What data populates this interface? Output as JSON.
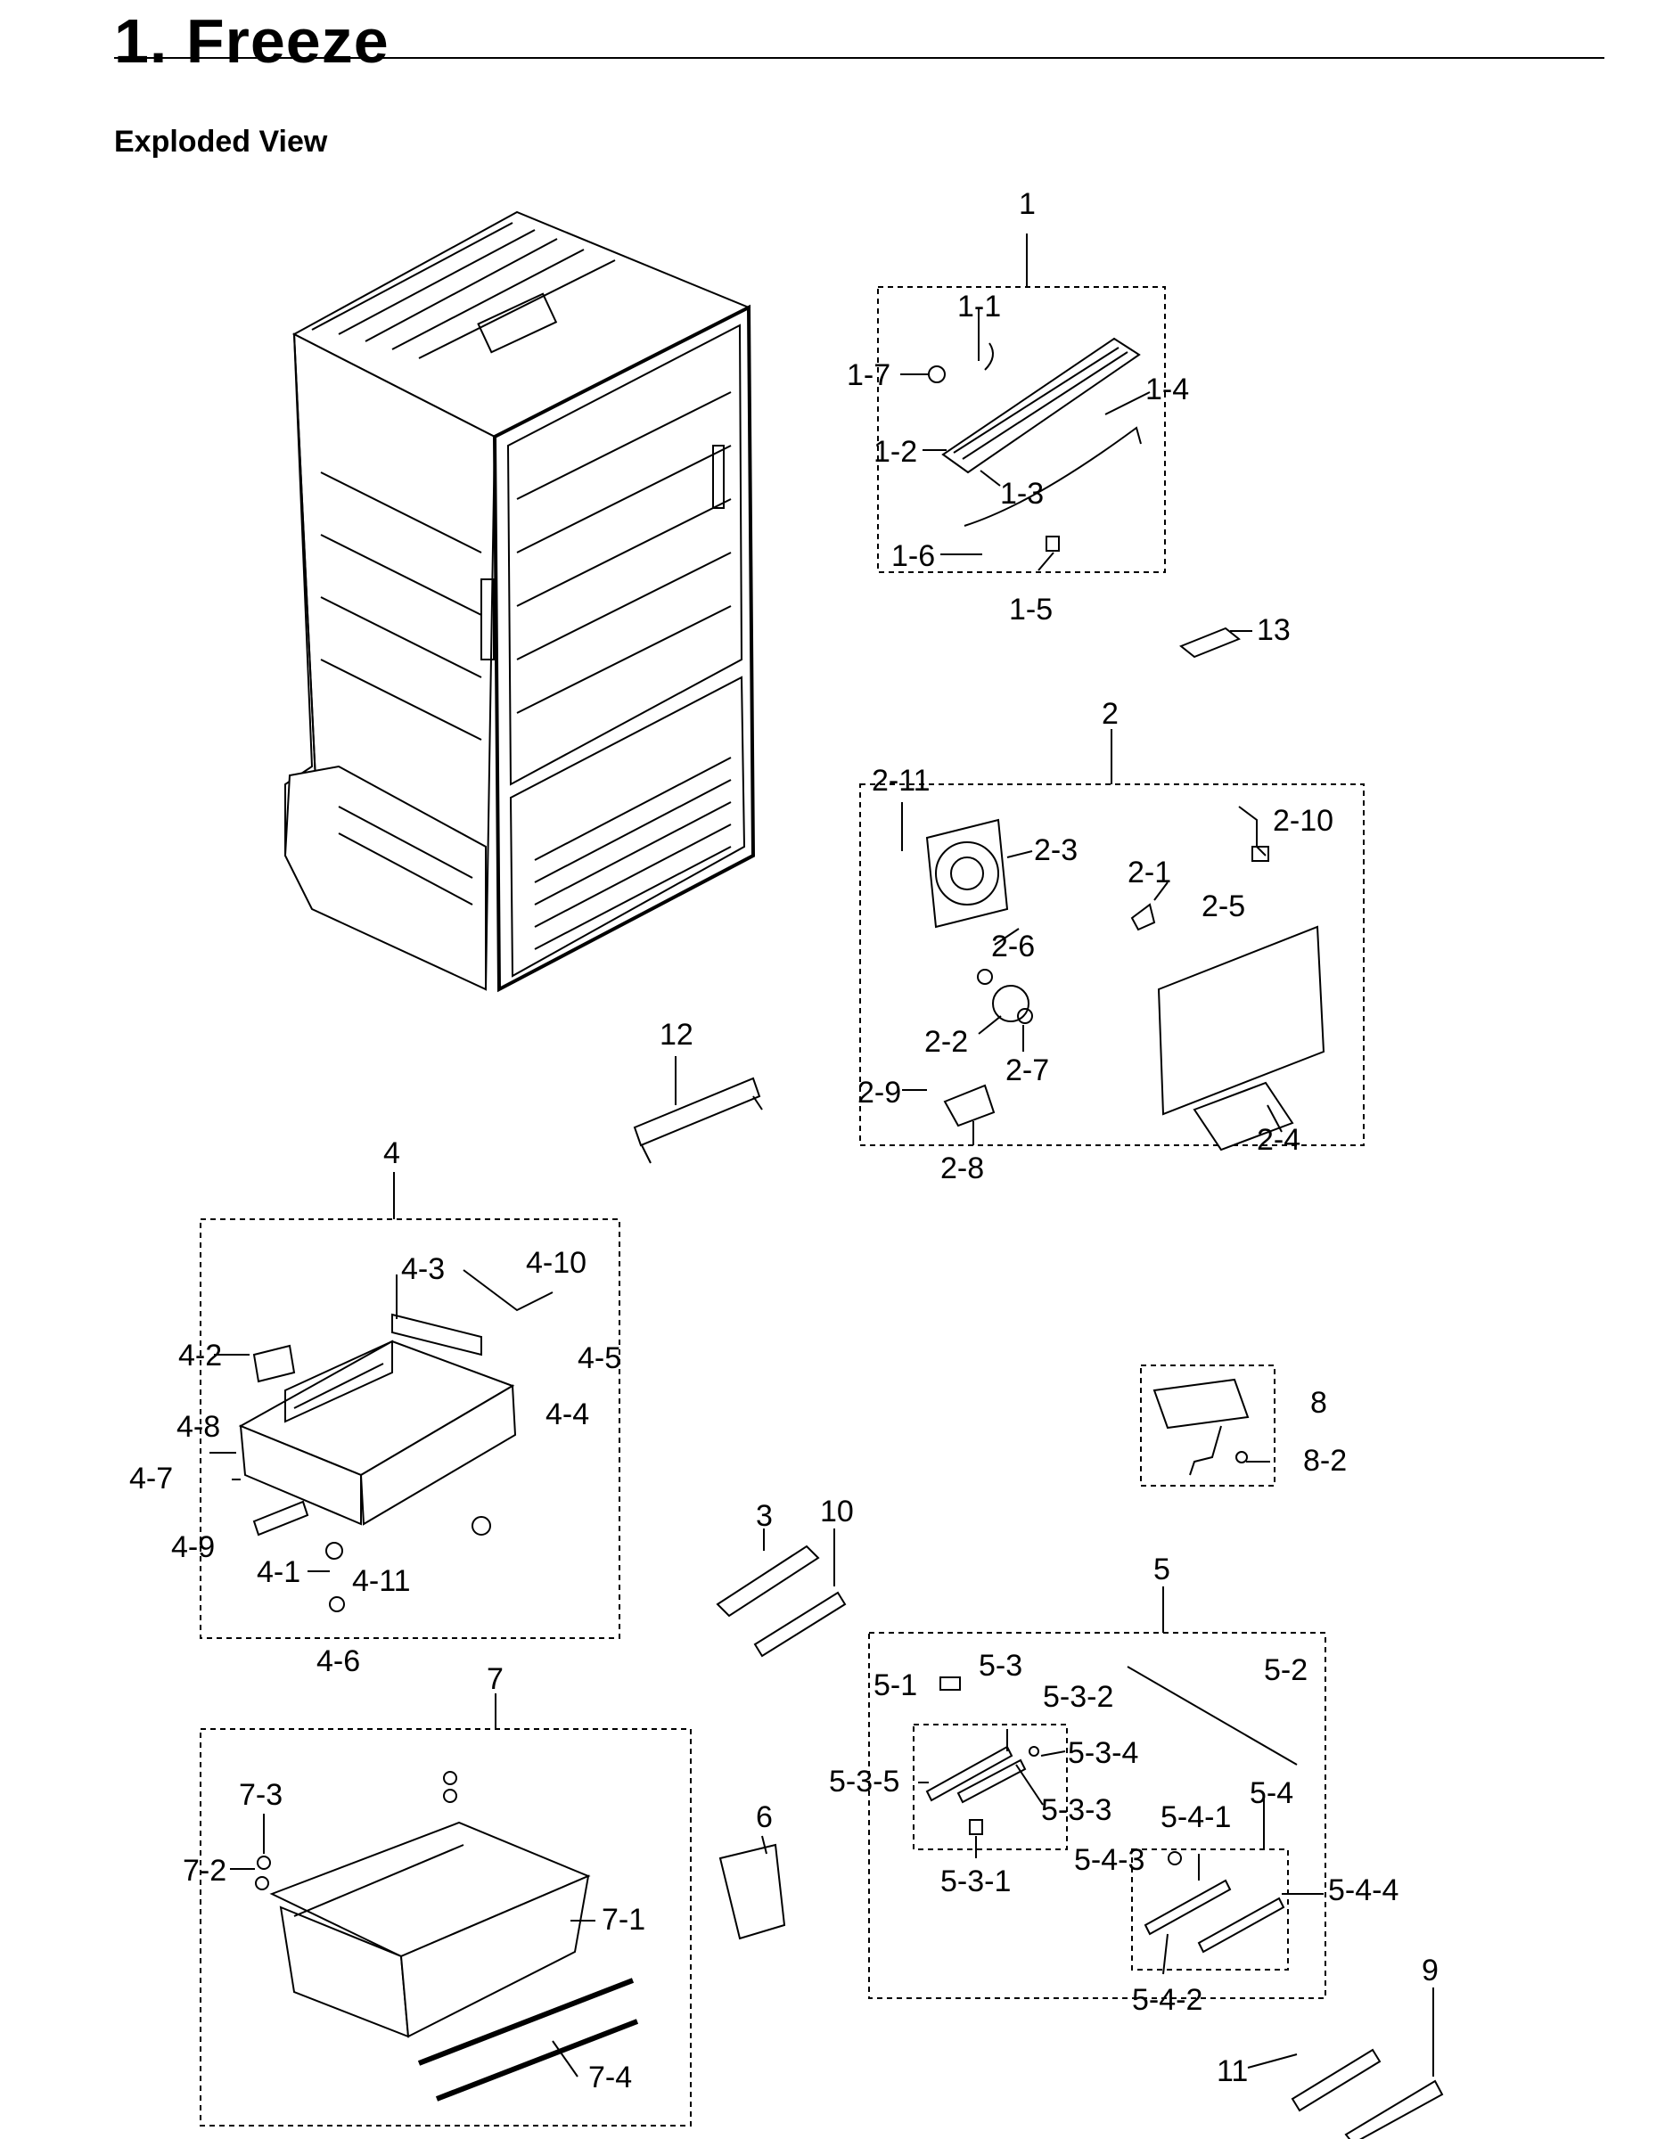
{
  "page": {
    "title": "1.  Freeze",
    "subtitle": "Exploded View"
  },
  "labels": {
    "l1": "1",
    "l1_1": "1-1",
    "l1_2": "1-2",
    "l1_3": "1-3",
    "l1_4": "1-4",
    "l1_5": "1-5",
    "l1_6": "1-6",
    "l1_7": "1-7",
    "l13": "13",
    "l2": "2",
    "l2_1": "2-1",
    "l2_2": "2-2",
    "l2_3": "2-3",
    "l2_4": "2-4",
    "l2_5": "2-5",
    "l2_6": "2-6",
    "l2_7": "2-7",
    "l2_8": "2-8",
    "l2_9": "2-9",
    "l2_10": "2-10",
    "l2_11": "2-11",
    "l12": "12",
    "l4": "4",
    "l4_1": "4-1",
    "l4_2": "4-2",
    "l4_3": "4-3",
    "l4_4": "4-4",
    "l4_5": "4-5",
    "l4_6": "4-6",
    "l4_7": "4-7",
    "l4_8": "4-8",
    "l4_9": "4-9",
    "l4_10": "4-10",
    "l4_11": "4-11",
    "l8": "8",
    "l8_2": "8-2",
    "l3": "3",
    "l10": "10",
    "l5": "5",
    "l5_1": "5-1",
    "l5_2": "5-2",
    "l5_3": "5-3",
    "l5_3_1": "5-3-1",
    "l5_3_2": "5-3-2",
    "l5_3_3": "5-3-3",
    "l5_3_4": "5-3-4",
    "l5_3_5": "5-3-5",
    "l5_4": "5-4",
    "l5_4_1": "5-4-1",
    "l5_4_2": "5-4-2",
    "l5_4_3": "5-4-3",
    "l5_4_4": "5-4-4",
    "l6": "6",
    "l7": "7",
    "l7_1": "7-1",
    "l7_2": "7-2",
    "l7_3": "7-3",
    "l7_4": "7-4",
    "l9": "9",
    "l11": "11"
  }
}
